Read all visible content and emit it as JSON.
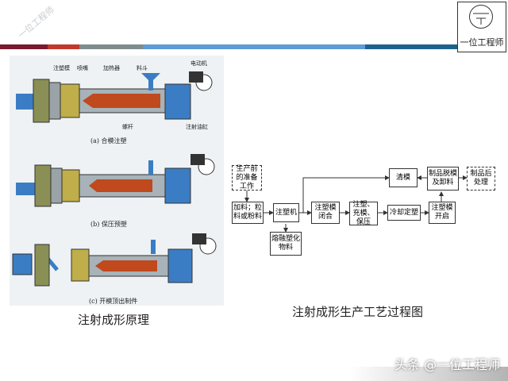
{
  "brand": {
    "name": "一位工程师",
    "side_watermark": "一位工程师"
  },
  "left_diagram": {
    "stage_a": {
      "caption": "(a) 合模注塑",
      "labels": [
        "注塑模",
        "喷嘴",
        "加热器",
        "料斗",
        "电动机",
        "螺杆",
        "注射油缸"
      ]
    },
    "stage_b": {
      "caption": "(b) 保压预塑"
    },
    "stage_c": {
      "caption": "(c) 开模顶出制件"
    },
    "title": "注射成形原理"
  },
  "flow_chart": {
    "title": "注射成形生产工艺过程图",
    "nodes": {
      "prep": "生产前的准备工作",
      "feed": "加料；粒料或粉料",
      "machine": "注塑机",
      "melt": "熔融塑化物料",
      "close": "注塑模闭合",
      "inject": "注塑、充模、保压",
      "cool": "冷却定塑",
      "open": "注塑模开启",
      "demold": "制品脱模及卸料",
      "clean": "清模",
      "post": "制品后处理"
    }
  },
  "footer": {
    "watermark": "头条 @一位工程师"
  },
  "colors": {
    "bar": [
      "#7a1a2e",
      "#c0392b",
      "#7f8c8d",
      "#2e86c1",
      "#1f618d"
    ],
    "melt": "#c0491e",
    "machine_blue": "#3b7dc4"
  }
}
